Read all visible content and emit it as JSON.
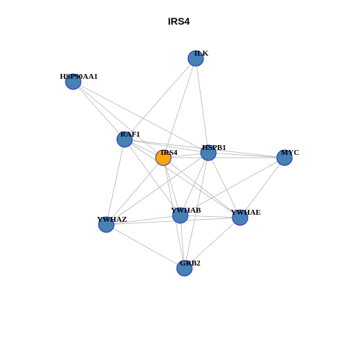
{
  "title": "IRS4",
  "colors": {
    "node_default": "#4682b4",
    "node_focus": "#ffa500",
    "node_border": "#1f2fc8",
    "edge": "#b3b3b3"
  },
  "nodes": [
    {
      "id": "ILK",
      "label": "ILK",
      "focus": false
    },
    {
      "id": "HSP90AA1",
      "label": "HSP90AA1",
      "focus": false
    },
    {
      "id": "RAF1",
      "label": "RAF1",
      "focus": false
    },
    {
      "id": "IRS4",
      "label": "IRS4",
      "focus": true
    },
    {
      "id": "HSPB1",
      "label": "HSPB1",
      "focus": false
    },
    {
      "id": "MYC",
      "label": "MYC",
      "focus": false
    },
    {
      "id": "YWHAZ",
      "label": "YWHAZ",
      "focus": false
    },
    {
      "id": "YWHAB",
      "label": "YWHAB",
      "focus": false
    },
    {
      "id": "YWHAE",
      "label": "YWHAE",
      "focus": false
    },
    {
      "id": "GRB2",
      "label": "GRB2",
      "focus": false
    }
  ],
  "edges": [
    [
      "ILK",
      "RAF1"
    ],
    [
      "ILK",
      "IRS4"
    ],
    [
      "ILK",
      "HSPB1"
    ],
    [
      "HSP90AA1",
      "RAF1"
    ],
    [
      "HSP90AA1",
      "HSPB1"
    ],
    [
      "HSP90AA1",
      "IRS4"
    ],
    [
      "RAF1",
      "IRS4"
    ],
    [
      "RAF1",
      "HSPB1"
    ],
    [
      "RAF1",
      "MYC"
    ],
    [
      "RAF1",
      "YWHAZ"
    ],
    [
      "RAF1",
      "YWHAB"
    ],
    [
      "RAF1",
      "YWHAE"
    ],
    [
      "IRS4",
      "HSPB1"
    ],
    [
      "IRS4",
      "MYC"
    ],
    [
      "IRS4",
      "YWHAZ"
    ],
    [
      "IRS4",
      "YWHAB"
    ],
    [
      "IRS4",
      "YWHAE"
    ],
    [
      "IRS4",
      "GRB2"
    ],
    [
      "HSPB1",
      "MYC"
    ],
    [
      "HSPB1",
      "YWHAZ"
    ],
    [
      "HSPB1",
      "YWHAB"
    ],
    [
      "HSPB1",
      "YWHAE"
    ],
    [
      "HSPB1",
      "GRB2"
    ],
    [
      "MYC",
      "YWHAB"
    ],
    [
      "MYC",
      "YWHAE"
    ],
    [
      "YWHAZ",
      "YWHAB"
    ],
    [
      "YWHAZ",
      "YWHAE"
    ],
    [
      "YWHAZ",
      "GRB2"
    ],
    [
      "YWHAB",
      "YWHAE"
    ],
    [
      "YWHAB",
      "GRB2"
    ],
    [
      "YWHAE",
      "GRB2"
    ]
  ]
}
